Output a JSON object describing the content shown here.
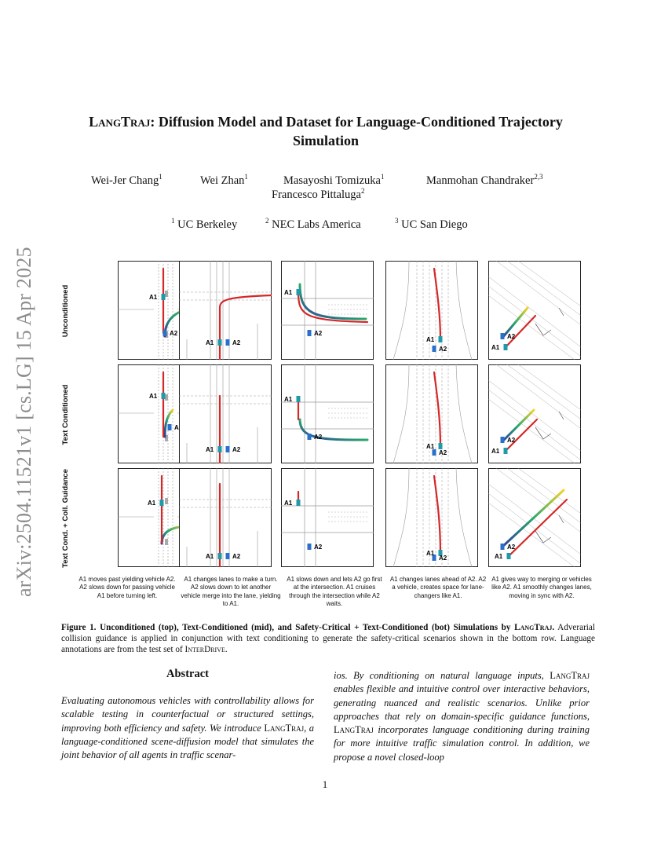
{
  "arxiv_stamp": "arXiv:2504.11521v1  [cs.LG]  15 Apr 2025",
  "title": {
    "part1_sc": "LangTraj",
    "part2": ": Diffusion Model and Dataset for Language-Conditioned Trajectory Simulation"
  },
  "authors": [
    {
      "name": "Wei-Jer Chang",
      "sup": "1"
    },
    {
      "name": "Wei Zhan",
      "sup": "1"
    },
    {
      "name": "Masayoshi Tomizuka",
      "sup": "1"
    },
    {
      "name": "Manmohan Chandraker",
      "sup": "2,3"
    },
    {
      "name": "Francesco Pittaluga",
      "sup": "2"
    }
  ],
  "affiliations": [
    {
      "sup": "1",
      "name": "UC Berkeley"
    },
    {
      "sup": "2",
      "name": "NEC Labs America"
    },
    {
      "sup": "3",
      "name": "UC San Diego"
    }
  ],
  "figure": {
    "row_labels": [
      "Unconditioned",
      "Text Conditioned",
      "Text Cond. + Coll. Guidance"
    ],
    "agent_labels": {
      "a1": "A1",
      "a2": "A2"
    },
    "column_captions": [
      "A1 moves past yielding vehicle A2. A2 slows down for passing vehicle A1 before turning left.",
      "A1 changes lanes to make a turn. A2 slows down to let another vehicle merge into the lane, yielding to A1.",
      "A1 slows down and lets A2 go first at the intersection. A1 cruises through the intersection while A2 waits.",
      "A1 changes lanes ahead of A2. A2 a vehicle, creates space for lane-changers like A1.",
      "A1 gives way to merging or vehicles like A2. A1 smoothly changes lanes, moving in sync with A2."
    ]
  },
  "figure_caption": {
    "label": "Figure 1.",
    "bold_text": "Unconditioned (top), Text-Conditioned (mid), and Safety-Critical + Text-Conditioned (bot) Simulations by",
    "bold_sc": "LangTraj",
    "bold_end": ".",
    "rest1": "Adverarial collision guidance is applied in conjunction with text conditioning to generate the safety-critical scenarios shown in the bottom row. Language annotations are from the test set of",
    "rest_sc": "InterDrive",
    "rest_end": "."
  },
  "abstract": {
    "heading": "Abstract",
    "col1_a": "Evaluating autonomous vehicles with controllability allows for scalable testing in counterfactual or structured settings, improving both efficiency and safety. We introduce",
    "col1_sc": "LangTraj",
    "col1_b": ", a language-conditioned scene-diffusion model that simulates the joint behavior of all agents in traffic scenar-",
    "col2_a": "ios. By conditioning on natural language inputs,",
    "col2_sc1": "LangTraj",
    "col2_b": "enables flexible and intuitive control over interactive behaviors, generating nuanced and realistic scenarios. Unlike prior approaches that rely on domain-specific guidance functions,",
    "col2_sc2": "LangTraj",
    "col2_c": "incorporates language conditioning during training for more intuitive traffic simulation control. In addition, we propose a novel closed-loop"
  },
  "page_number": "1",
  "colors": {
    "a1_path": "#d62728",
    "a2_path_start": "#2c3e9e",
    "a2_path_end": "#f5d327",
    "road_line": "#9a9a9a",
    "stamp_gray": "#8c8c8c"
  }
}
